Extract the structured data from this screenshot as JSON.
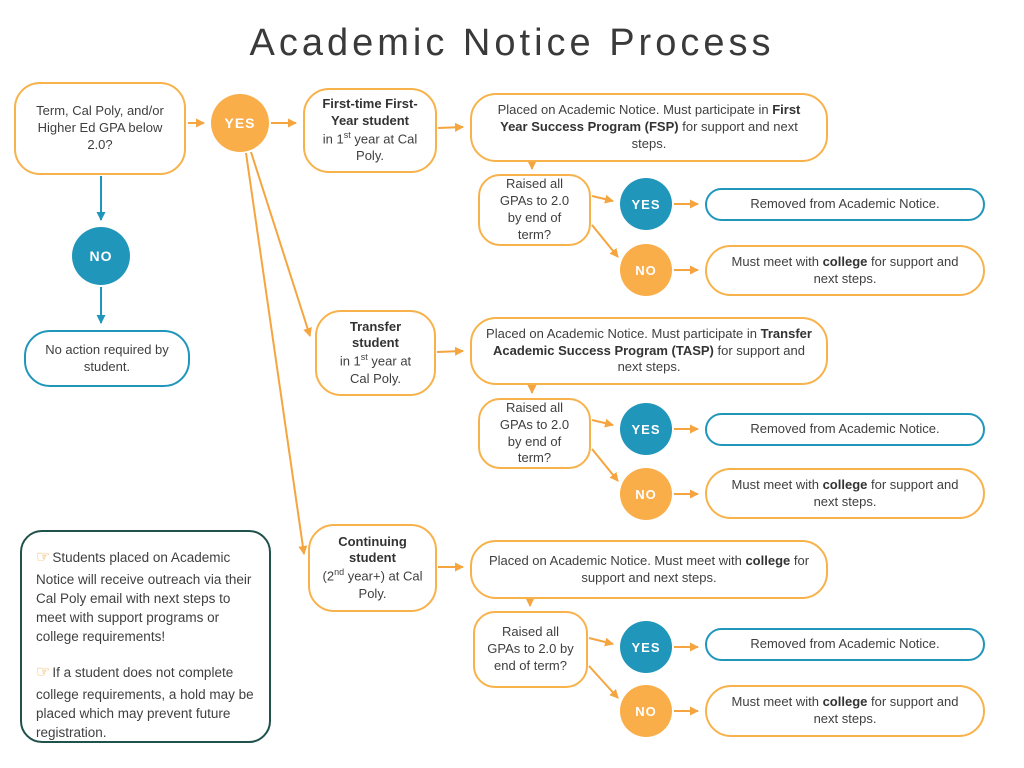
{
  "title": "Academic Notice Process",
  "colors": {
    "orange": "#F9AE49",
    "orange_border": "#F8B24B",
    "blue": "#2196BB",
    "green_border": "#20514A",
    "text": "#3F3F3F"
  },
  "labels": {
    "yes": "YES",
    "no": "NO"
  },
  "start": {
    "question": "Term, Cal Poly, and/or Higher Ed GPA below 2.0?"
  },
  "no_action": "No action required by student.",
  "branches": [
    {
      "student_bold": "First-time First-Year student",
      "student_pre": "in 1",
      "student_sup": "st",
      "student_post": " year at Cal Poly.",
      "placed_pre": "Placed on Academic Notice. Must participate in ",
      "placed_bold": "First Year Success Program (FSP)",
      "placed_post": " for support and next steps.",
      "raised": "Raised all GPAs to 2.0 by end of term?",
      "yes_result": "Removed from Academic Notice.",
      "no_pre": "Must meet with ",
      "no_bold": "college",
      "no_post": " for support and next steps."
    },
    {
      "student_bold": "Transfer student",
      "student_pre": "in 1",
      "student_sup": "st",
      "student_post": " year at Cal Poly.",
      "placed_pre": "Placed on Academic Notice. Must participate in ",
      "placed_bold": "Transfer Academic Success Program (TASP)",
      "placed_post": " for support and next steps.",
      "raised": "Raised all GPAs to 2.0 by end of term?",
      "yes_result": "Removed from Academic Notice.",
      "no_pre": "Must meet with ",
      "no_bold": "college",
      "no_post": " for support and next steps."
    },
    {
      "student_bold": "Continuing student",
      "student_pre": "(2",
      "student_sup": "nd",
      "student_post": " year+) at Cal Poly.",
      "placed_pre": "Placed on Academic Notice. Must meet with ",
      "placed_bold": "college",
      "placed_post": " for support and next steps.",
      "raised": "Raised all GPAs to 2.0 by end of term?",
      "yes_result": "Removed from Academic Notice.",
      "no_pre": "Must meet with ",
      "no_bold": "college",
      "no_post": " for support and next steps."
    }
  ],
  "notes": {
    "pointer": "☞",
    "note1": "Students placed on Academic Notice will receive outreach via their Cal Poly email with next steps to meet with support programs or college requirements!",
    "note2": "If a student does not complete college requirements, a hold may be placed which may prevent future registration."
  }
}
